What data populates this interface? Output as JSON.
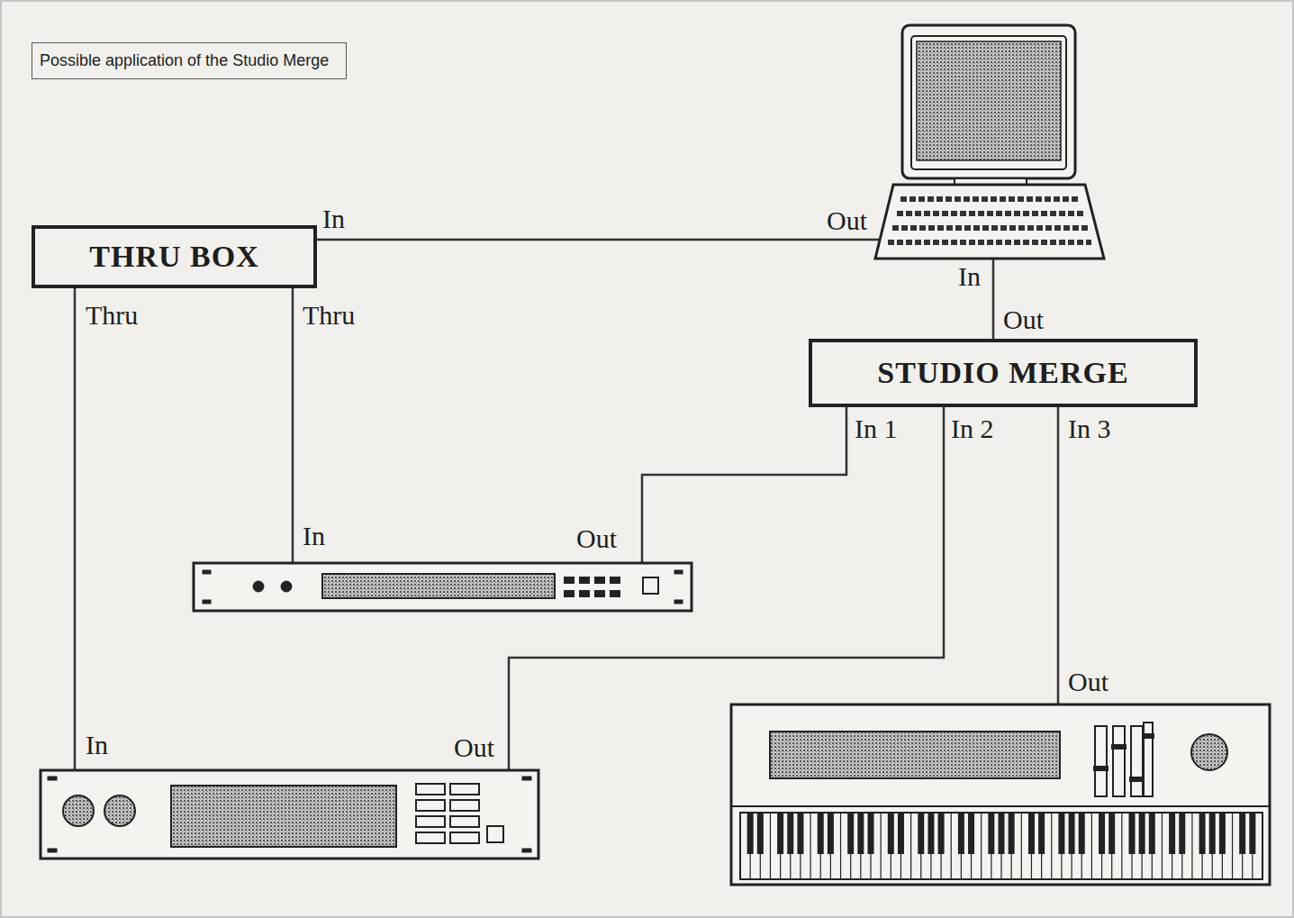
{
  "diagram": {
    "caption": "Possible application of the Studio Merge",
    "nodes": [
      {
        "text": [
          "THRU BOX"
        ]
      },
      {
        "text": [
          "STUDIO MERGE"
        ]
      }
    ],
    "labels": [
      "In",
      "Out",
      "In",
      "Thru",
      "Thru",
      "Out",
      "In 1",
      "In 2",
      "In 3",
      "In",
      "Out",
      "Out",
      "In",
      "Out"
    ]
  }
}
